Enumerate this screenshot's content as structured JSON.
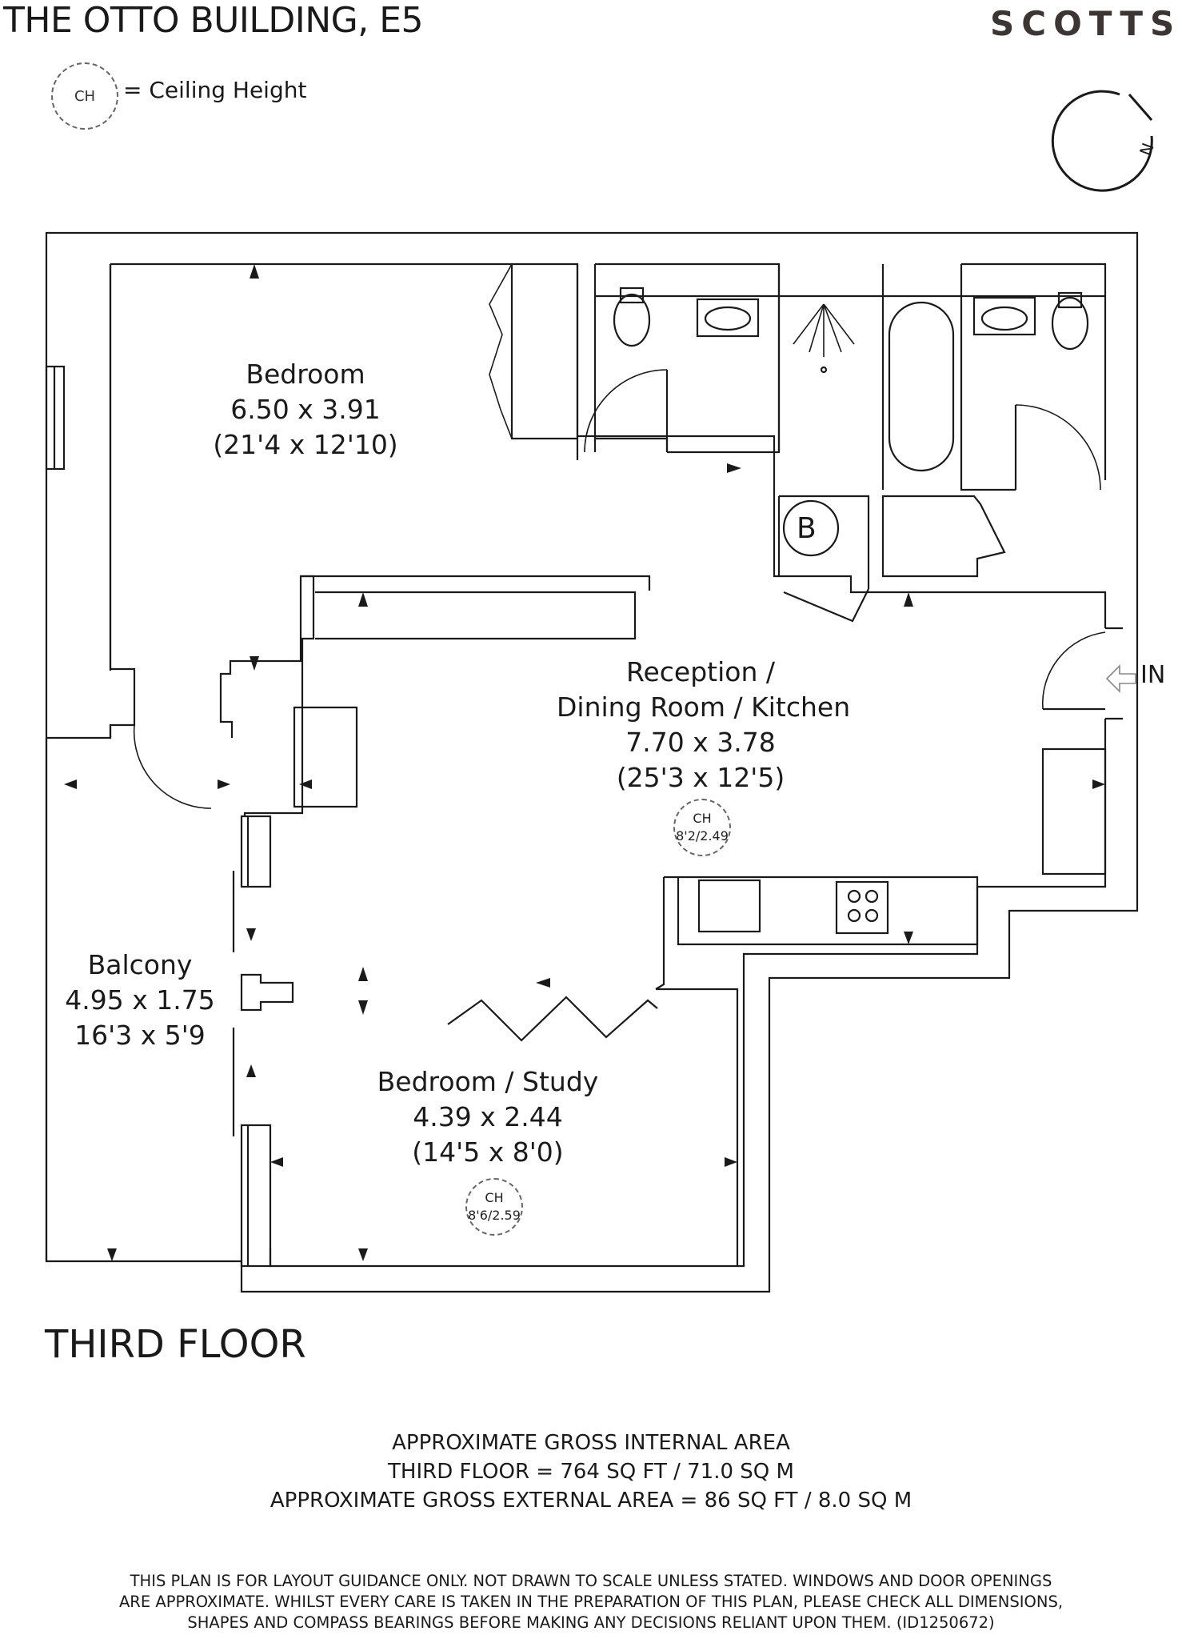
{
  "header": {
    "title": "THE OTTO BUILDING, E5",
    "brand": "SCOTTS"
  },
  "legend": {
    "symbol": "CH",
    "text": "= Ceiling Height"
  },
  "compass": {
    "letter": "N"
  },
  "rooms": {
    "bedroom": {
      "name": "Bedroom",
      "metric": "6.50 x 3.91",
      "imperial": "(21'4 x 12'10)"
    },
    "reception": {
      "name_line1": "Reception /",
      "name_line2": "Dining Room / Kitchen",
      "metric": "7.70 x 3.78",
      "imperial": "(25'3 x 12'5)",
      "ch_label": "CH",
      "ch_value": "8'2/2.49"
    },
    "balcony": {
      "name": "Balcony",
      "metric": "4.95 x 1.75",
      "imperial": "16'3 x 5'9"
    },
    "study": {
      "name": "Bedroom / Study",
      "metric": "4.39 x 2.44",
      "imperial": "(14'5 x 8'0)",
      "ch_label": "CH",
      "ch_value": "8'6/2.59"
    }
  },
  "markers": {
    "boiler": "B",
    "entrance": "IN"
  },
  "floor_label": "THIRD FLOOR",
  "areas": {
    "line1": "APPROXIMATE GROSS INTERNAL AREA",
    "line2": "THIRD FLOOR = 764 SQ FT / 71.0 SQ M",
    "line3": "APPROXIMATE GROSS EXTERNAL AREA = 86 SQ FT / 8.0 SQ M"
  },
  "disclaimer": {
    "line1": "THIS PLAN IS FOR LAYOUT GUIDANCE ONLY. NOT DRAWN TO SCALE UNLESS STATED. WINDOWS AND DOOR OPENINGS",
    "line2": "ARE APPROXIMATE. WHILST EVERY CARE IS TAKEN IN THE PREPARATION OF THIS PLAN, PLEASE CHECK ALL DIMENSIONS,",
    "line3": "SHAPES AND COMPASS BEARINGS BEFORE MAKING ANY DECISIONS RELIANT UPON THEM. (ID1250672)"
  },
  "colors": {
    "brand": "#3d3533",
    "lines": "#1a1a1a"
  }
}
